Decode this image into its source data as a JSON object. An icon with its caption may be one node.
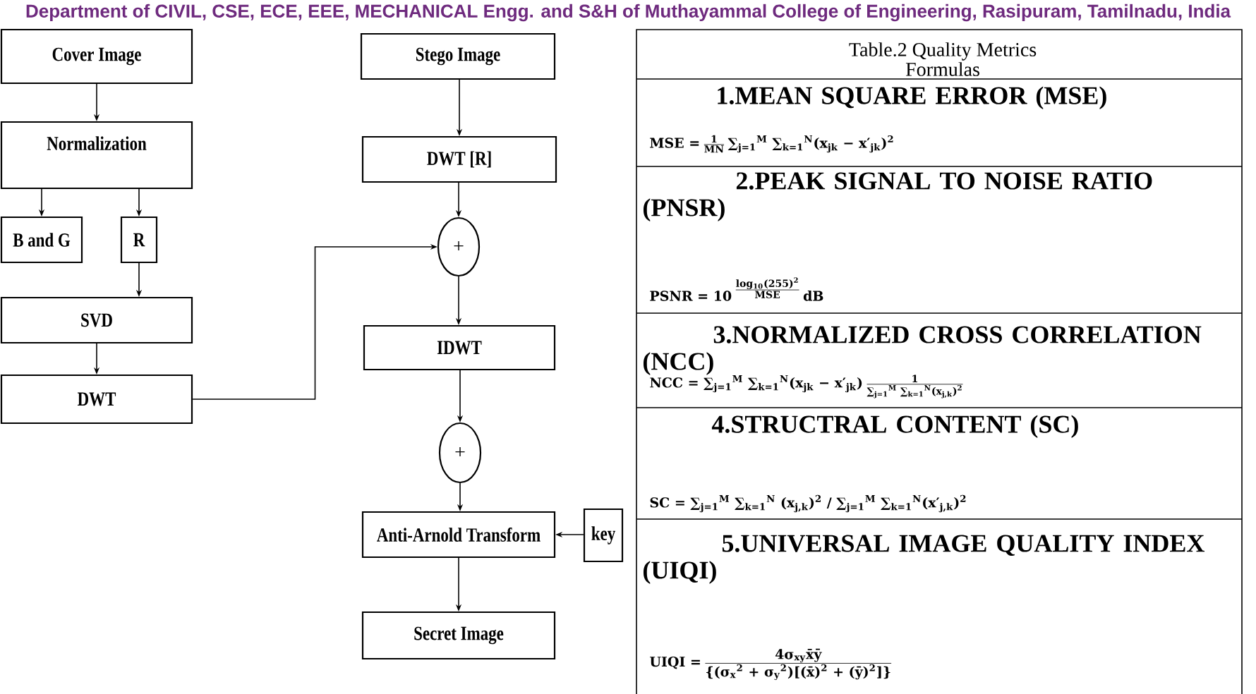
{
  "diagram": {
    "nodes": [
      {
        "text": [
          "Cover Image"
        ]
      },
      {
        "text": [
          "Normalization"
        ]
      },
      {
        "text": [
          "B and G"
        ]
      },
      {
        "text": [
          "R"
        ]
      },
      {
        "text": [
          "SVD"
        ]
      },
      {
        "text": [
          "DWT"
        ]
      },
      {
        "text": [
          "Stego Image"
        ]
      },
      {
        "text": [
          "DWT [R]"
        ]
      },
      {
        "text": [
          "+"
        ]
      },
      {
        "text": [
          "IDWT"
        ]
      },
      {
        "text": [
          "+"
        ]
      },
      {
        "text": [
          "Anti-Arnold Transform"
        ]
      },
      {
        "text": [
          "key"
        ]
      },
      {
        "text": [
          "Secret Image"
        ]
      }
    ],
    "edges": [
      {
        "from": 0,
        "to": 1,
        "arrow": "to"
      },
      {
        "from": 1,
        "to": 2,
        "arrow": "to"
      },
      {
        "from": 1,
        "to": 3,
        "arrow": "to"
      },
      {
        "from": 3,
        "to": 4,
        "arrow": "to"
      },
      {
        "from": 4,
        "to": 5,
        "arrow": "to"
      },
      {
        "from": 5,
        "to": 8,
        "arrow": "to"
      },
      {
        "from": 6,
        "to": 7,
        "arrow": "to"
      },
      {
        "from": 7,
        "to": 8,
        "arrow": "to"
      },
      {
        "from": 8,
        "to": 9,
        "arrow": "to"
      },
      {
        "from": 9,
        "to": 10,
        "arrow": "to"
      },
      {
        "from": 10,
        "to": 11,
        "arrow": "to"
      },
      {
        "from": 12,
        "to": 11,
        "arrow": "to"
      },
      {
        "from": 11,
        "to": 13,
        "arrow": "to"
      }
    ],
    "labels": [
      "Department of CIVIL, CSE, ECE, EEE, MECHANICAL Engg. and S&H of Muthayammal College of Engineering, Rasipuram, Tamilnadu, India",
      "Table.2 Quality Metrics Formulas",
      "1.MEAN SQUARE ERROR (MSE)",
      "MSE =",
      "1",
      "MN",
      "∑$_{j=1}$$^{M}$ ∑$_{k=1}$$^{N}$(x$_{jk}$ − x′$_{jk}$)$^{2}$",
      "2.PEAK SIGNAL TO NOISE RATIO (PNSR)",
      "PSNR = 10",
      "log$_{10}$(255)$^{2}$",
      "MSE",
      "dB",
      "3.NORMALIZED CROSS CORRELATION (NCC)",
      "NCC = ∑$_{j=1}$$^{M}$ ∑$_{k=1}$$^{N}$(x$_{jk}$ − x′$_{jk}$)",
      "1",
      "∑$_{j=1}$$^{M}$ ∑$_{k=1}$$^{N}$(x$_{j,k}$)$^{2}$",
      "4.STRUCTRAL CONTENT (SC)",
      "SC = ∑$_{j=1}$$^{M}$ ∑$_{k=1}$$^{N}$ (x$_{j,k}$)$^{2}$ / ∑$_{j=1}$$^{M}$ ∑$_{k=1}$$^{N}$(x′$_{j,k}$)$^{2}$",
      "5.UNIVERSAL IMAGE QUALITY INDEX (UIQI)",
      "UIQI =",
      "4σ$_{xy}$x̄ȳ",
      "{(σ$_{x}$$^{2}$ + σ$_{y}$$^{2}$)[(x̄)$^{2}$ + (ȳ)$^{2}$]}"
    ]
  }
}
